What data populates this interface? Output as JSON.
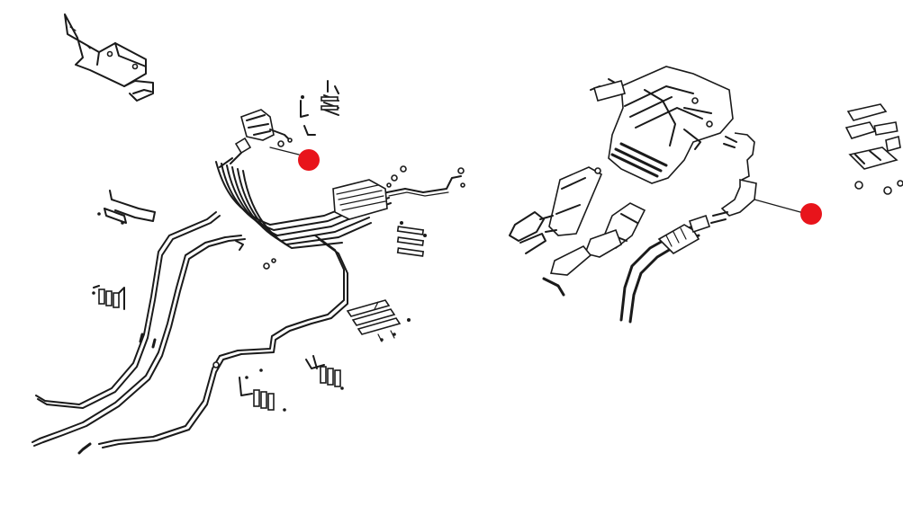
{
  "diagram": {
    "type": "exploded-parts-diagram",
    "background_color": "#ffffff",
    "line_color": "#1a1a1a",
    "marker_color": "#e8141b",
    "views": [
      {
        "name": "hydraulic-lines-assembly",
        "highlight_marker": "marker-left"
      },
      {
        "name": "valve-block-assembly",
        "highlight_marker": "marker-right"
      }
    ]
  }
}
